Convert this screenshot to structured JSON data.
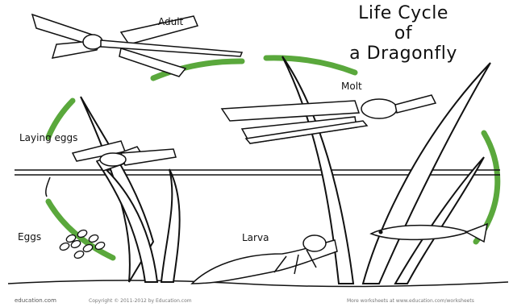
{
  "title": {
    "line1": "Life Cycle",
    "line2": "of",
    "line3": "a Dragonfly"
  },
  "stages": {
    "adult": "Adult",
    "molt": "Molt",
    "laying_eggs": "Laying eggs",
    "eggs": "Eggs",
    "larva": "Larva"
  },
  "footer": {
    "logo": "education.com",
    "copyright": "Copyright © 2011-2012 by Education.com",
    "more": "More worksheets at www.education.com/worksheets"
  },
  "colors": {
    "cycle_ring": "#5aa83c",
    "line_art": "#111111"
  }
}
